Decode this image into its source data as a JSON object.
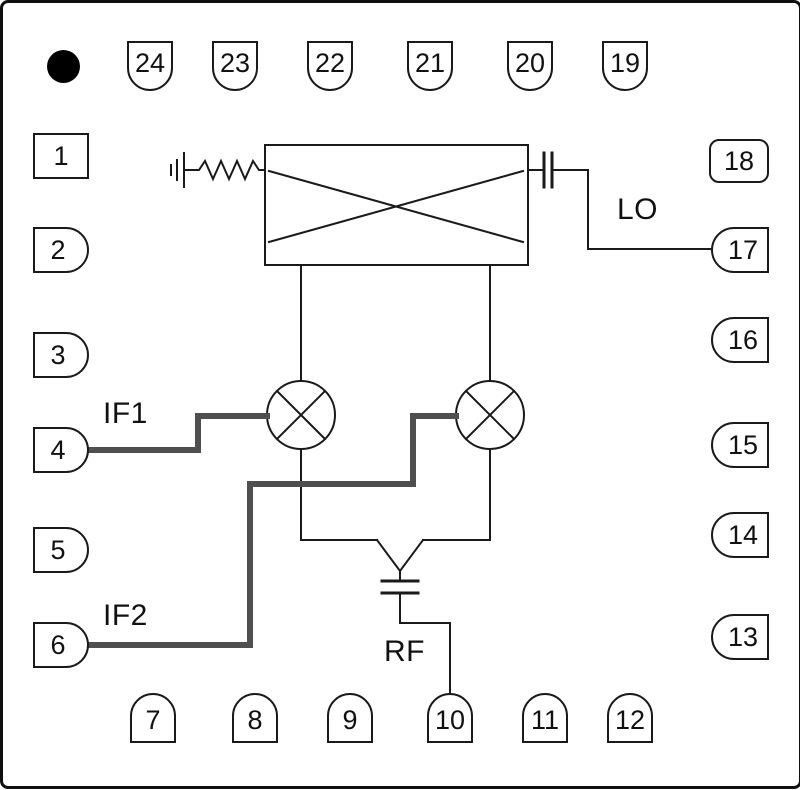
{
  "pins": {
    "top": [
      "24",
      "23",
      "22",
      "21",
      "20",
      "19"
    ],
    "left": [
      "1",
      "2",
      "3",
      "4",
      "5",
      "6"
    ],
    "right": [
      "18",
      "17",
      "16",
      "15",
      "14",
      "13"
    ],
    "bottom": [
      "7",
      "8",
      "9",
      "10",
      "11",
      "12"
    ]
  },
  "labels": {
    "lo": "LO",
    "if1": "IF1",
    "if2": "IF2",
    "rf": "RF"
  },
  "icons": {
    "pin1_indicator": "filled-circle",
    "components": [
      "ground",
      "resistor",
      "hybrid-coupler",
      "mixer",
      "mixer",
      "dc-block-capacitor",
      "dc-block-capacitor",
      "combiner-triangle"
    ]
  },
  "colors": {
    "line": "#1a1a1a",
    "trace": "#4f4f4f",
    "background": "#ffffff",
    "pin1_dot": "#000000"
  }
}
